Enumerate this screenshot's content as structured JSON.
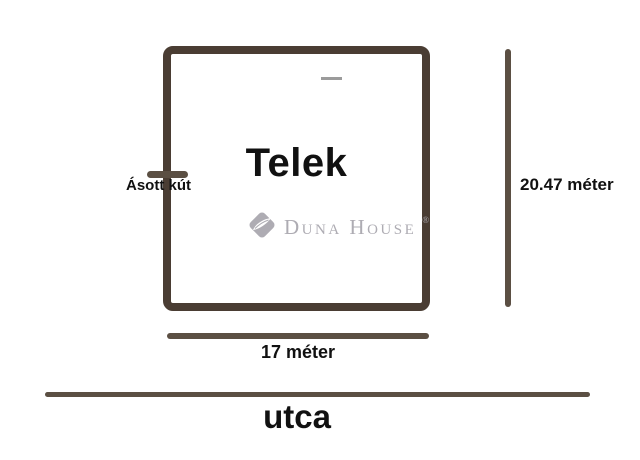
{
  "diagram": {
    "plot_label": "Telek",
    "well_label": "Ásott kút",
    "width_label": "17 méter",
    "height_label": "20.47 méter",
    "street_label": "utca",
    "watermark": {
      "brand": "Duna House",
      "registered": "®"
    },
    "colors": {
      "background": "#ffffff",
      "outline": "#4a3d33",
      "line": "#5b4f43",
      "text": "#111111",
      "watermark": "#aeacb3",
      "dash": "#9b9b9b"
    }
  }
}
